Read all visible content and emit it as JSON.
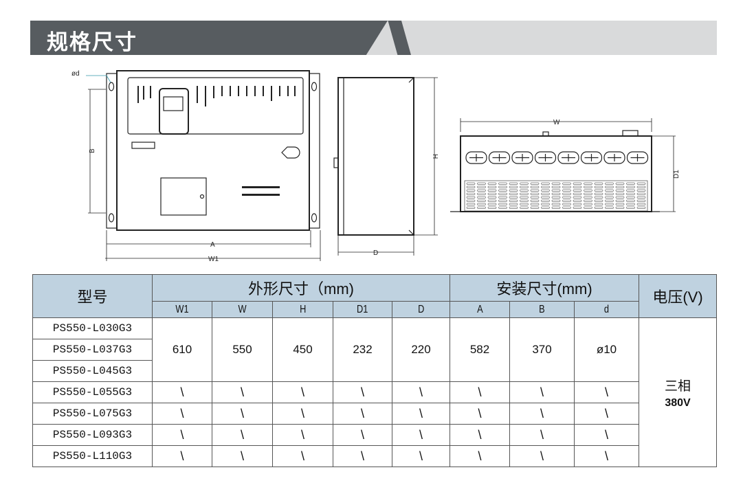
{
  "header": {
    "title": "规格尺寸"
  },
  "drawing": {
    "labels": {
      "od": "ød",
      "B": "B",
      "A": "A",
      "W1": "W1",
      "H": "H",
      "D": "D",
      "W": "W",
      "D1": "D1"
    }
  },
  "table": {
    "model_header": "型号",
    "outer_header": "外形尺寸（mm)",
    "mount_header": "安装尺寸(mm)",
    "voltage_header": "电压(V)",
    "columns": [
      "W1",
      "W",
      "H",
      "D1",
      "D",
      "A",
      "B",
      "d"
    ],
    "models": [
      "PS550-L030G3",
      "PS550-L037G3",
      "PS550-L045G3",
      "PS550-L055G3",
      "PS550-L075G3",
      "PS550-L093G3",
      "PS550-L110G3"
    ],
    "group_values": [
      "610",
      "550",
      "450",
      "232",
      "220",
      "582",
      "370",
      "ø10"
    ],
    "na": "\\",
    "voltage": {
      "line1": "三相",
      "line2": "380V"
    }
  }
}
